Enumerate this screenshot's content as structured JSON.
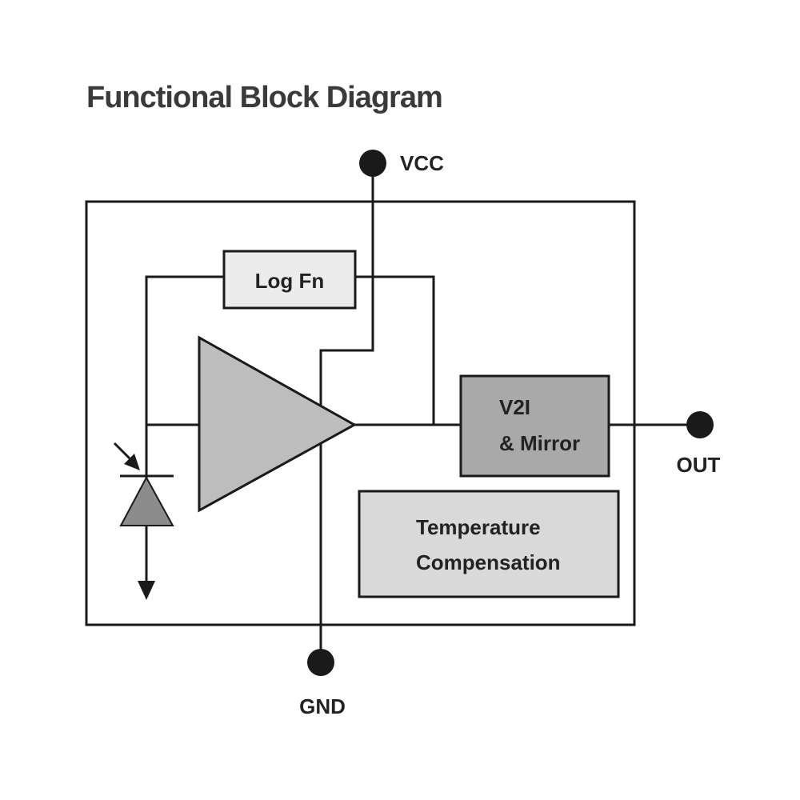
{
  "title": "Functional Block Diagram",
  "pins": {
    "vcc": "VCC",
    "gnd": "GND",
    "out": "OUT"
  },
  "blocks": {
    "log_fn": "Log Fn",
    "v2i_line1": "V2I",
    "v2i_line2": "& Mirror",
    "temp_line1": "Temperature",
    "temp_line2": "Compensation"
  },
  "colors": {
    "amplifier_fill": "#bdbdbd",
    "log_fn_fill": "#ececec",
    "v2i_fill": "#a9a9a9",
    "temp_comp_fill": "#d9d9d9",
    "photodiode_fill": "#8c8c8c",
    "line": "#1a1a1a"
  }
}
